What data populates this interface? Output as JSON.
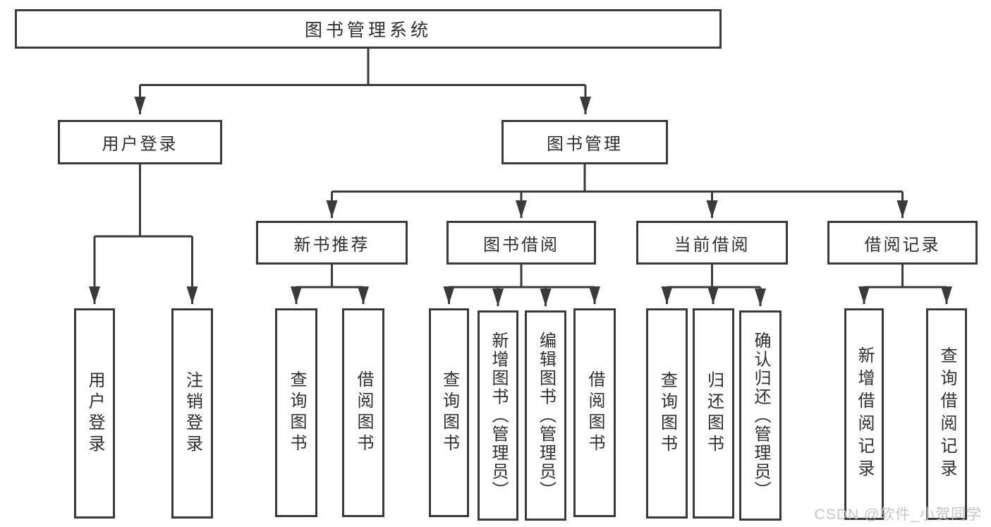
{
  "diagram": {
    "title": "图书管理系统",
    "level2": {
      "user_login": "用户登录",
      "book_management": "图书管理"
    },
    "level3": {
      "new_book_recommend": "新书推荐",
      "book_borrowing": "图书借阅",
      "current_borrowing": "当前借阅",
      "borrowing_records": "借阅记录"
    },
    "level4": {
      "under_user_login": [
        "用户登录",
        "注销登录"
      ],
      "under_new_book_recommend": [
        "查询图书",
        "借阅图书"
      ],
      "under_book_borrowing": [
        "查询图书",
        "新增图书（管理员）",
        "编辑图书（管理员）",
        "借阅图书"
      ],
      "under_current_borrowing": [
        "查询图书",
        "归还图书",
        "确认归还（管理员）"
      ],
      "under_borrowing_records": [
        "新增借阅记录",
        "查询借阅记录"
      ]
    }
  },
  "watermark": {
    "text": "CSDN @软件_小贺同学"
  },
  "colors": {
    "line": "#3a3a3a",
    "text": "#2f2f2f",
    "watermark": "#c2c2c2",
    "background": "#ffffff"
  }
}
